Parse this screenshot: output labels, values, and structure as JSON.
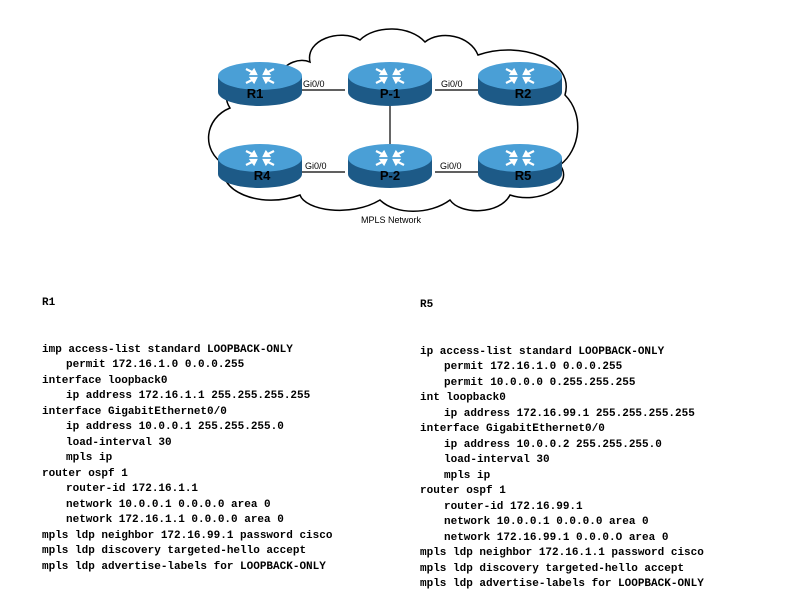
{
  "diagram": {
    "routers": [
      {
        "id": "R1",
        "label": "R1"
      },
      {
        "id": "P1",
        "label": "P-1"
      },
      {
        "id": "R2",
        "label": "R2"
      },
      {
        "id": "R4",
        "label": "R4"
      },
      {
        "id": "P2",
        "label": "P-2"
      },
      {
        "id": "R5",
        "label": "R5"
      }
    ],
    "interfaces": {
      "r1_gi": "Gi0/0",
      "p1_gi": "Gi0/0",
      "r4_gi": "Gi0/0",
      "p2_gi": "Gi0/0"
    },
    "network_label": "MPLS Network",
    "colors": {
      "router_top": "#3a8fc4",
      "router_side": "#1f5f8f",
      "cloud_stroke": "#000000"
    }
  },
  "r1_config": {
    "title": "R1",
    "lines": [
      {
        "text": "imp access-list standard LOOPBACK-ONLY",
        "indent": false
      },
      {
        "text": "permit 172.16.1.0 0.0.0.255",
        "indent": true
      },
      {
        "text": "interface loopback0",
        "indent": false
      },
      {
        "text": "ip address 172.16.1.1 255.255.255.255",
        "indent": true
      },
      {
        "text": "interface GigabitEthernet0/0",
        "indent": false
      },
      {
        "text": "ip address 10.0.0.1 255.255.255.0",
        "indent": true
      },
      {
        "text": "load-interval 30",
        "indent": true
      },
      {
        "text": "mpls ip",
        "indent": true
      },
      {
        "text": "router ospf 1",
        "indent": false
      },
      {
        "text": "router-id 172.16.1.1",
        "indent": true
      },
      {
        "text": "network 10.0.0.1 0.0.0.0 area 0",
        "indent": true
      },
      {
        "text": "network 172.16.1.1 0.0.0.0 area 0",
        "indent": true
      },
      {
        "text": "mpls ldp neighbor 172.16.99.1 password cisco",
        "indent": false
      },
      {
        "text": "mpls ldp discovery targeted-hello accept",
        "indent": false
      },
      {
        "text": "mpls ldp advertise-labels for LOOPBACK-ONLY",
        "indent": false
      }
    ]
  },
  "r5_config": {
    "title": "R5",
    "lines": [
      {
        "text": "ip access-list standard LOOPBACK-ONLY",
        "indent": false
      },
      {
        "text": "permit 172.16.1.0 0.0.0.255",
        "indent": true
      },
      {
        "text": "permit 10.0.0.0 0.255.255.255",
        "indent": true
      },
      {
        "text": "int loopback0",
        "indent": false
      },
      {
        "text": "ip address 172.16.99.1 255.255.255.255",
        "indent": true
      },
      {
        "text": "interface GigabitEthernet0/0",
        "indent": false
      },
      {
        "text": "ip address 10.0.0.2 255.255.255.0",
        "indent": true
      },
      {
        "text": "load-interval 30",
        "indent": true
      },
      {
        "text": "mpls ip",
        "indent": true
      },
      {
        "text": "router ospf 1",
        "indent": false
      },
      {
        "text": "router-id 172.16.99.1",
        "indent": true
      },
      {
        "text": "network 10.0.0.1 0.0.0.0 area 0",
        "indent": true
      },
      {
        "text": "network 172.16.99.1 0.0.0.O area 0",
        "indent": true
      },
      {
        "text": "mpls ldp neighbor 172.16.1.1 password cisco",
        "indent": false
      },
      {
        "text": "mpls ldp discovery targeted-hello accept",
        "indent": false
      },
      {
        "text": "mpls ldp advertise-labels for LOOPBACK-ONLY",
        "indent": false
      }
    ]
  }
}
